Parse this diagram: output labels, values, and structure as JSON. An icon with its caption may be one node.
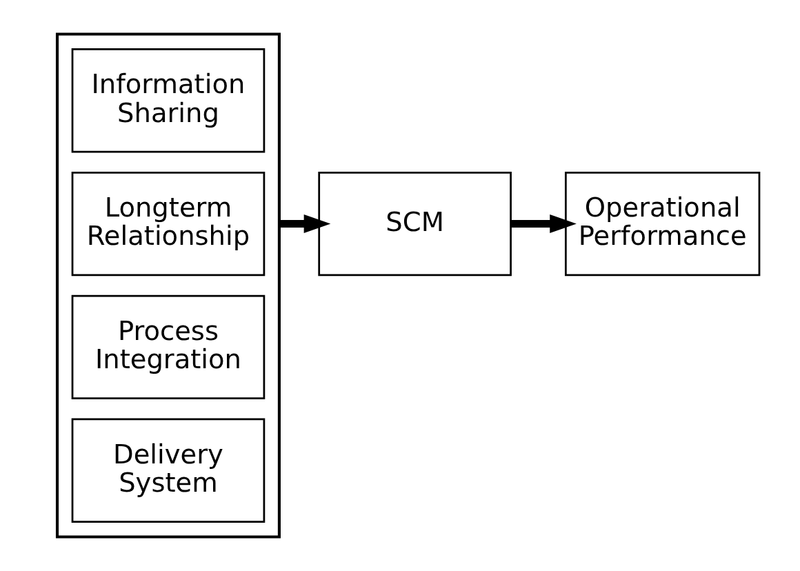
{
  "diagram": {
    "nodes": [
      {
        "text": [],
        "shape": "box"
      },
      {
        "text": [
          "Information Sharing"
        ],
        "in": 0
      },
      {
        "text": [
          "Longterm Relationship"
        ],
        "in": 0
      },
      {
        "text": [
          "Process Integration"
        ],
        "in": 0
      },
      {
        "text": [
          "Delivery System"
        ],
        "in": 0
      },
      {
        "text": [
          "SCM"
        ]
      },
      {
        "text": [
          "Operational Performance"
        ]
      }
    ],
    "edges": [
      {
        "from": 0,
        "to": 5,
        "arrow": "to"
      },
      {
        "from": 5,
        "to": 6,
        "arrow": "to"
      }
    ]
  }
}
